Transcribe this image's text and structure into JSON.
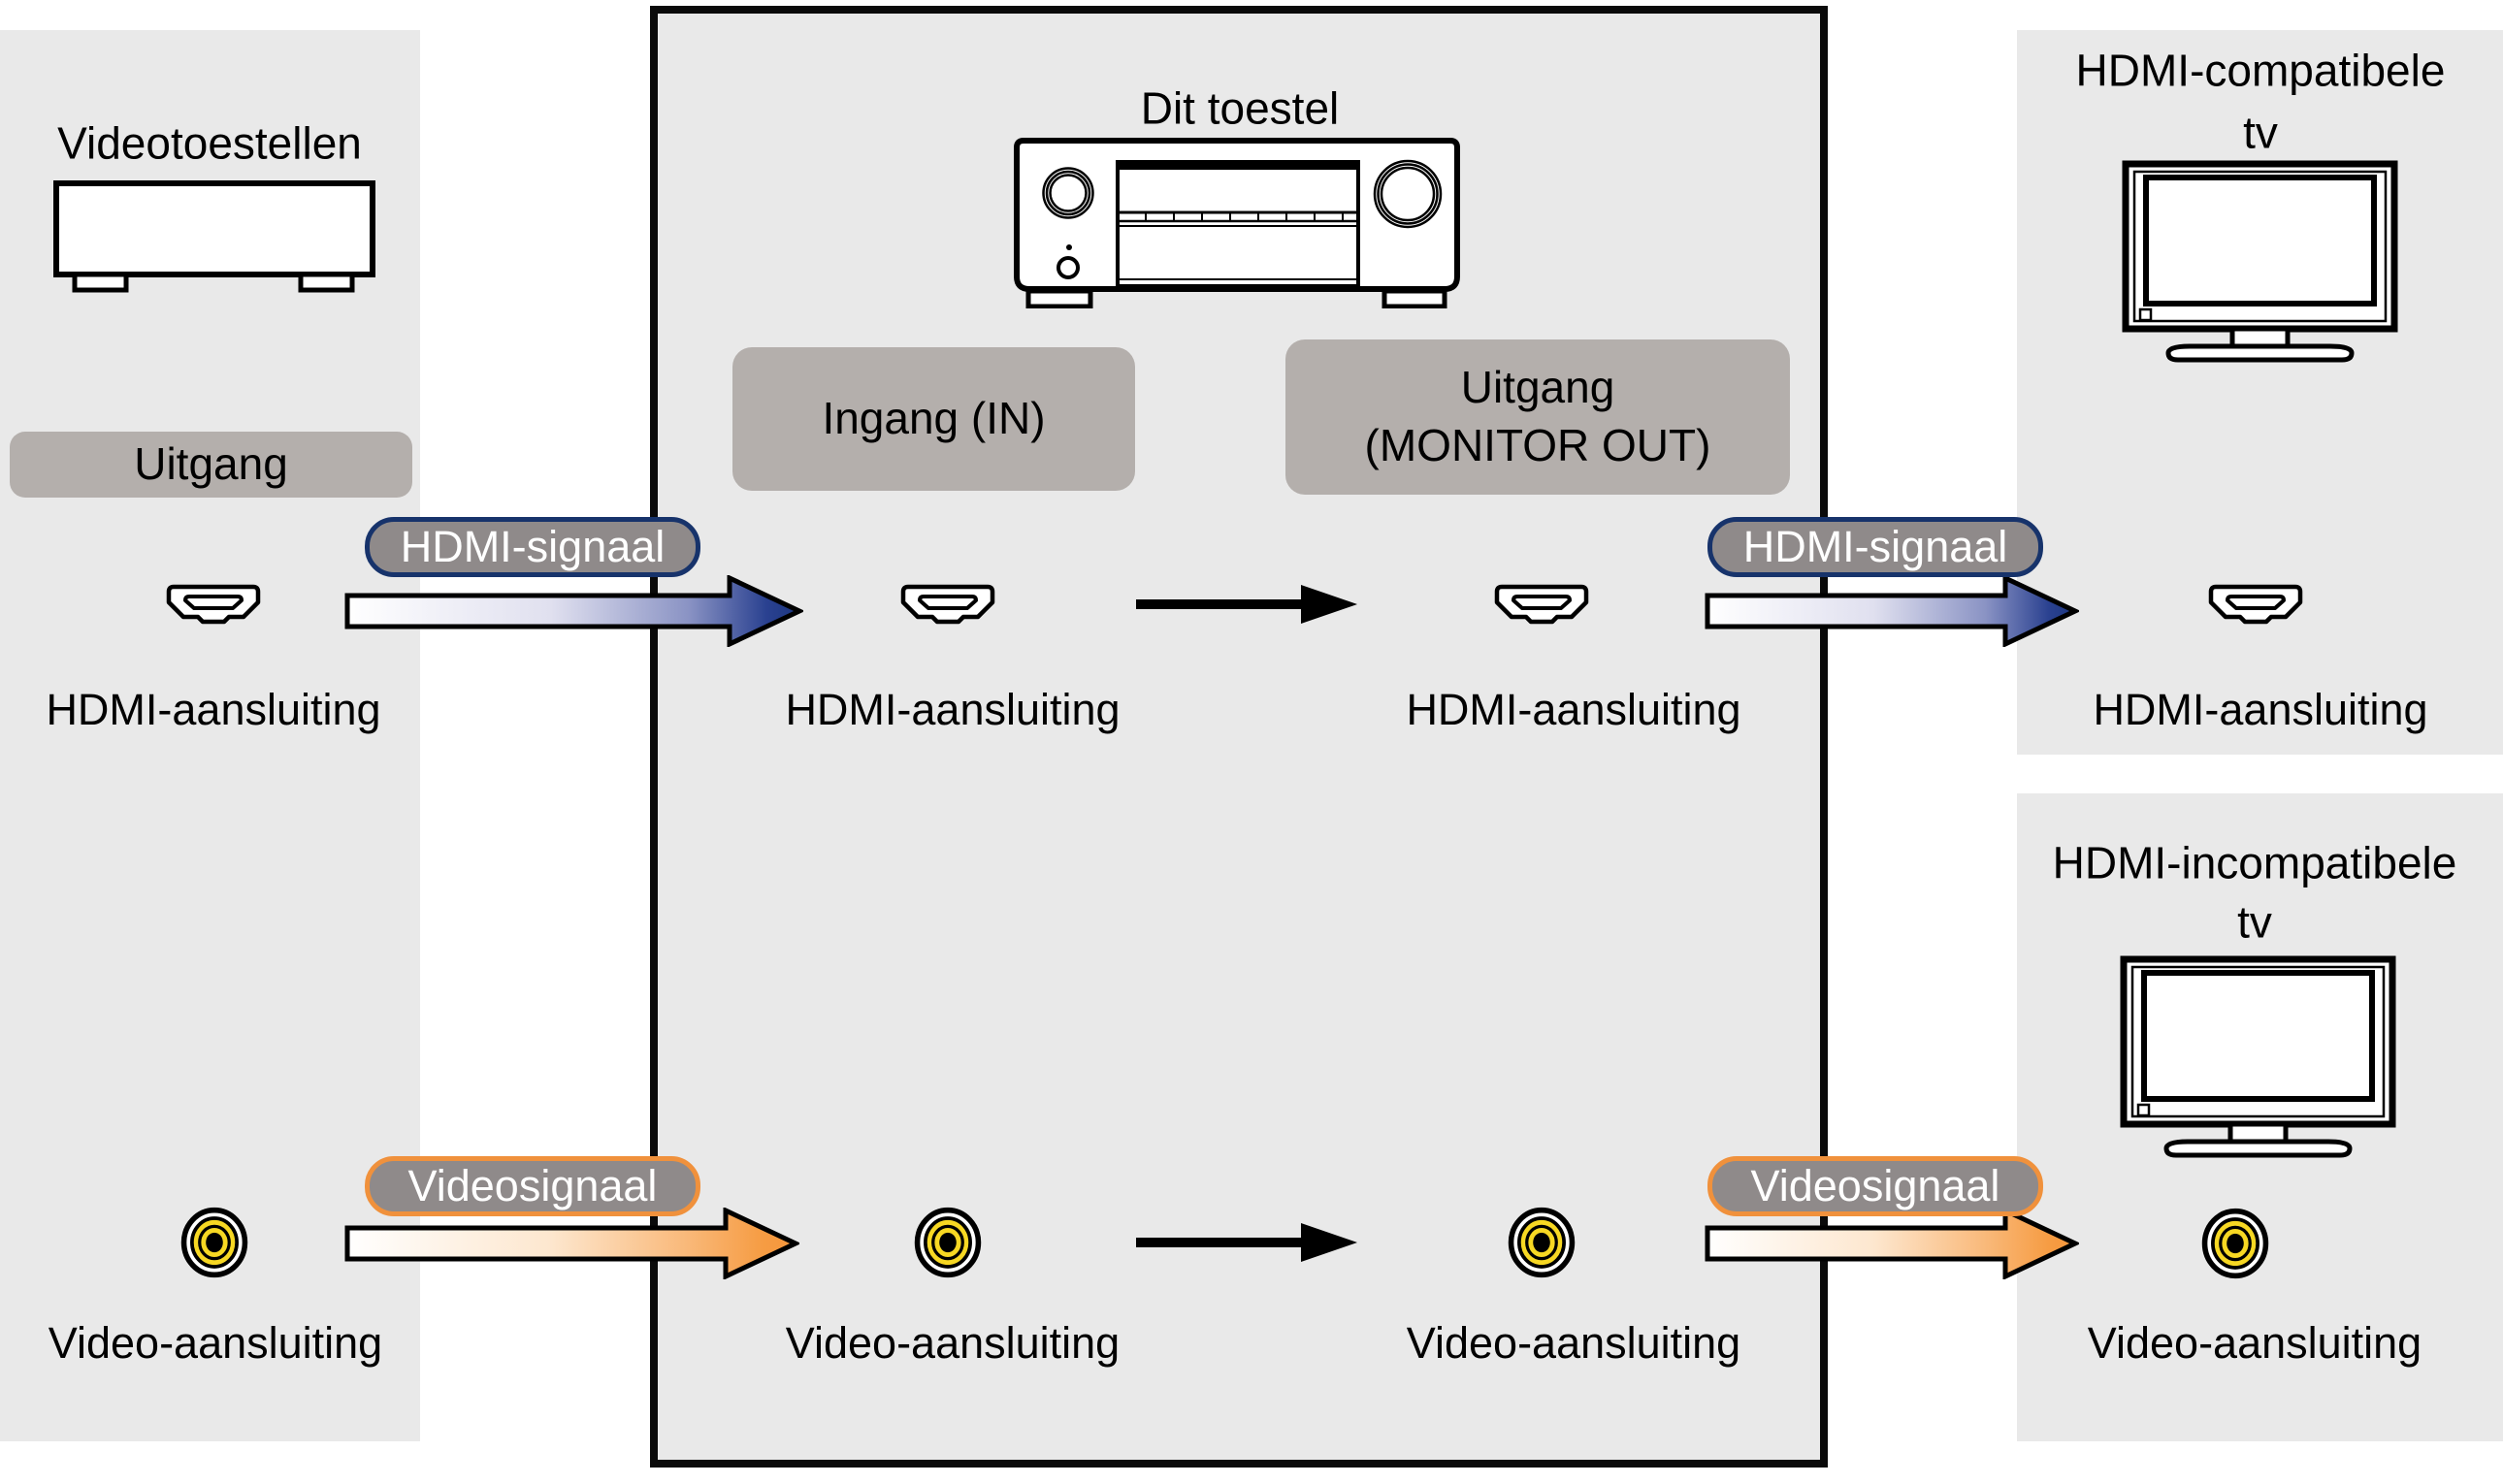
{
  "colors": {
    "page_bg": "#ffffff",
    "panel_bg": "#e9e9e9",
    "label_box_bg": "#b4afac",
    "signal_badge_bg": "#8f8a8a",
    "hdmi_accent": "#17336b",
    "hdmi_arrow_end": "#1a357e",
    "video_accent": "#f0913c",
    "video_arrow_end": "#f5953a",
    "rca_yellow": "#f7d823"
  },
  "video_devices_panel": {
    "title": "Videotoestellen",
    "output_label": "Uitgang",
    "hdmi_jack_label": "HDMI-aansluiting",
    "video_jack_label": "Video-aansluiting"
  },
  "unit_panel": {
    "title": "Dit toestel",
    "input_label": "Ingang (IN)",
    "output_label_line1": "Uitgang",
    "output_label_line2": "(MONITOR OUT)",
    "hdmi_in_jack_label": "HDMI-aansluiting",
    "hdmi_out_jack_label": "HDMI-aansluiting",
    "video_in_jack_label": "Video-aansluiting",
    "video_out_jack_label": "Video-aansluiting"
  },
  "hdmi_tv_panel": {
    "title_line1": "HDMI-compatibele",
    "title_line2": "tv",
    "hdmi_jack_label": "HDMI-aansluiting"
  },
  "video_tv_panel": {
    "title_line1": "HDMI-incompatibele",
    "title_line2": "tv",
    "video_jack_label": "Video-aansluiting"
  },
  "signal_badges": {
    "hdmi_source_to_unit": "HDMI-signaal",
    "hdmi_unit_to_tv": "HDMI-signaal",
    "video_source_to_unit": "Videosignaal",
    "video_unit_to_tv": "Videosignaal"
  }
}
